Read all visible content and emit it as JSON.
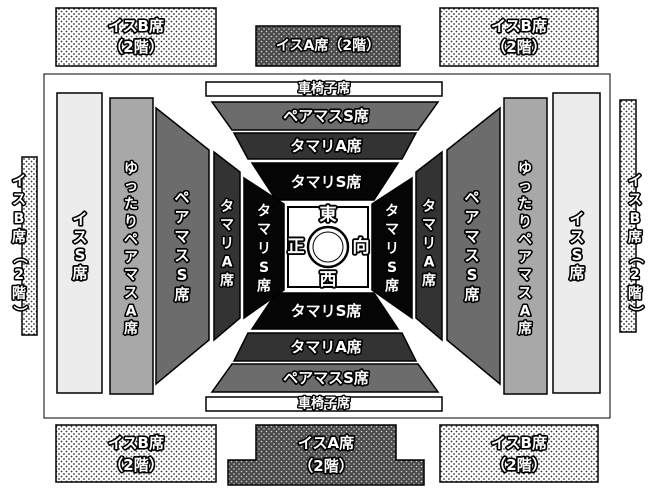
{
  "colors": {
    "dotted": "#ffffff",
    "dot": "#333333",
    "isu_s": "#ececec",
    "yuttari": "#a8a8a8",
    "pair_s": "#6c6c6c",
    "tamari_a": "#333333",
    "tamari_s": "#050505",
    "text_outline": "#000000",
    "text_fill": "#ffffff",
    "border": "#000000"
  },
  "isu_b_top_left": [
    "イスB席",
    "（2階）"
  ],
  "isu_a_top": "イスA席（2階）",
  "isu_b_top_right": [
    "イスB席",
    "（2階）"
  ],
  "isu_b_left": "イスB席（2階）",
  "isu_b_right": "イスB席（2階）",
  "isu_b_bottom_left": [
    "イスB席",
    "（2階）"
  ],
  "isu_a_bottom": [
    "イスA席",
    "（2階）"
  ],
  "isu_b_bottom_right": [
    "イスB席",
    "（2階）"
  ],
  "wheelchair_top": "車椅子席",
  "wheelchair_bottom": "車椅子席",
  "pair_s_top": "ペアマスS席",
  "pair_s_bottom": "ペアマスS席",
  "tamari_a_top": "タマリA席",
  "tamari_a_bottom": "タマリA席",
  "tamari_s_top": "タマリS席",
  "tamari_s_bottom": "タマリS席",
  "isu_s_left": "イスS席",
  "isu_s_right": "イスS席",
  "yuttari_left": "ゆったりペアマスA席",
  "yuttari_right": "ゆったりペアマスA席",
  "pair_s_left": "ペアマスS席",
  "pair_s_right": "ペアマスS席",
  "tamari_a_left": "タマリA席",
  "tamari_a_right": "タマリA席",
  "tamari_s_left": "タマリS席",
  "tamari_s_right": "タマリS席",
  "dir_east": "東",
  "dir_west": "西",
  "dir_front": "正",
  "dir_facing": "向"
}
